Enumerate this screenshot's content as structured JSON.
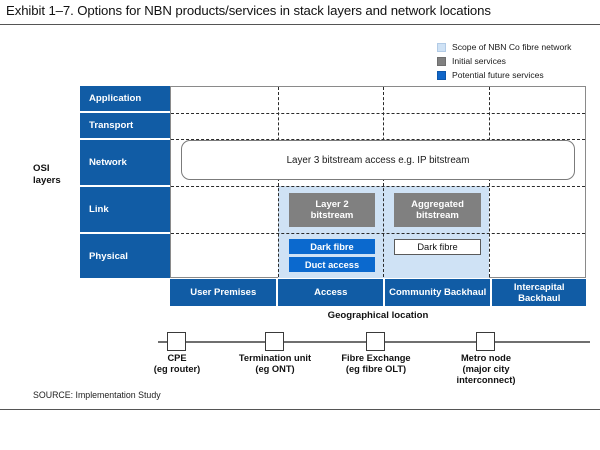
{
  "exhibit": {
    "title": "Exhibit 1–7. Options for NBN products/services in stack layers and network locations",
    "source": "SOURCE: Implementation Study"
  },
  "legend": {
    "items": [
      {
        "label": "Scope of NBN Co fibre network",
        "color": "#cfe2f5",
        "key": "scope"
      },
      {
        "label": "Initial services",
        "color": "#808080",
        "key": "initial"
      },
      {
        "label": "Potential future services",
        "color": "#1066c8",
        "key": "future"
      }
    ]
  },
  "axes": {
    "vertical_label_line1": "OSI",
    "vertical_label_line2": "layers",
    "horizontal_label": "Geographical location"
  },
  "osi_layers": [
    {
      "name": "Application"
    },
    {
      "name": "Transport"
    },
    {
      "name": "Network"
    },
    {
      "name": "Link"
    },
    {
      "name": "Physical"
    }
  ],
  "locations": [
    {
      "label": "User Premises"
    },
    {
      "label": "Access"
    },
    {
      "label": "Community Backhaul"
    },
    {
      "label": "Intercapital Backhaul"
    }
  ],
  "services": {
    "layer3": "Layer 3 bitstream access e.g. IP bitstream",
    "layer2_bitstream_line1": "Layer 2",
    "layer2_bitstream_line2": "bitstream",
    "aggregated_bitstream_line1": "Aggregated",
    "aggregated_bitstream_line2": "bitstream",
    "dark_fibre_access": "Dark fibre",
    "duct_access": "Duct access",
    "dark_fibre_community": "Dark fibre"
  },
  "nodes": [
    {
      "label_line1": "CPE",
      "label_line2": "(eg router)",
      "label_line3": ""
    },
    {
      "label_line1": "Termination unit",
      "label_line2": "(eg ONT)",
      "label_line3": ""
    },
    {
      "label_line1": "Fibre Exchange",
      "label_line2": "(eg fibre OLT)",
      "label_line3": ""
    },
    {
      "label_line1": "Metro node",
      "label_line2": "(major city",
      "label_line3": "interconnect)"
    }
  ],
  "colors": {
    "dark_blue": "#115ca5",
    "bright_blue": "#0b69ce",
    "grey": "#808080",
    "scope_blue": "#cfe2f5"
  }
}
